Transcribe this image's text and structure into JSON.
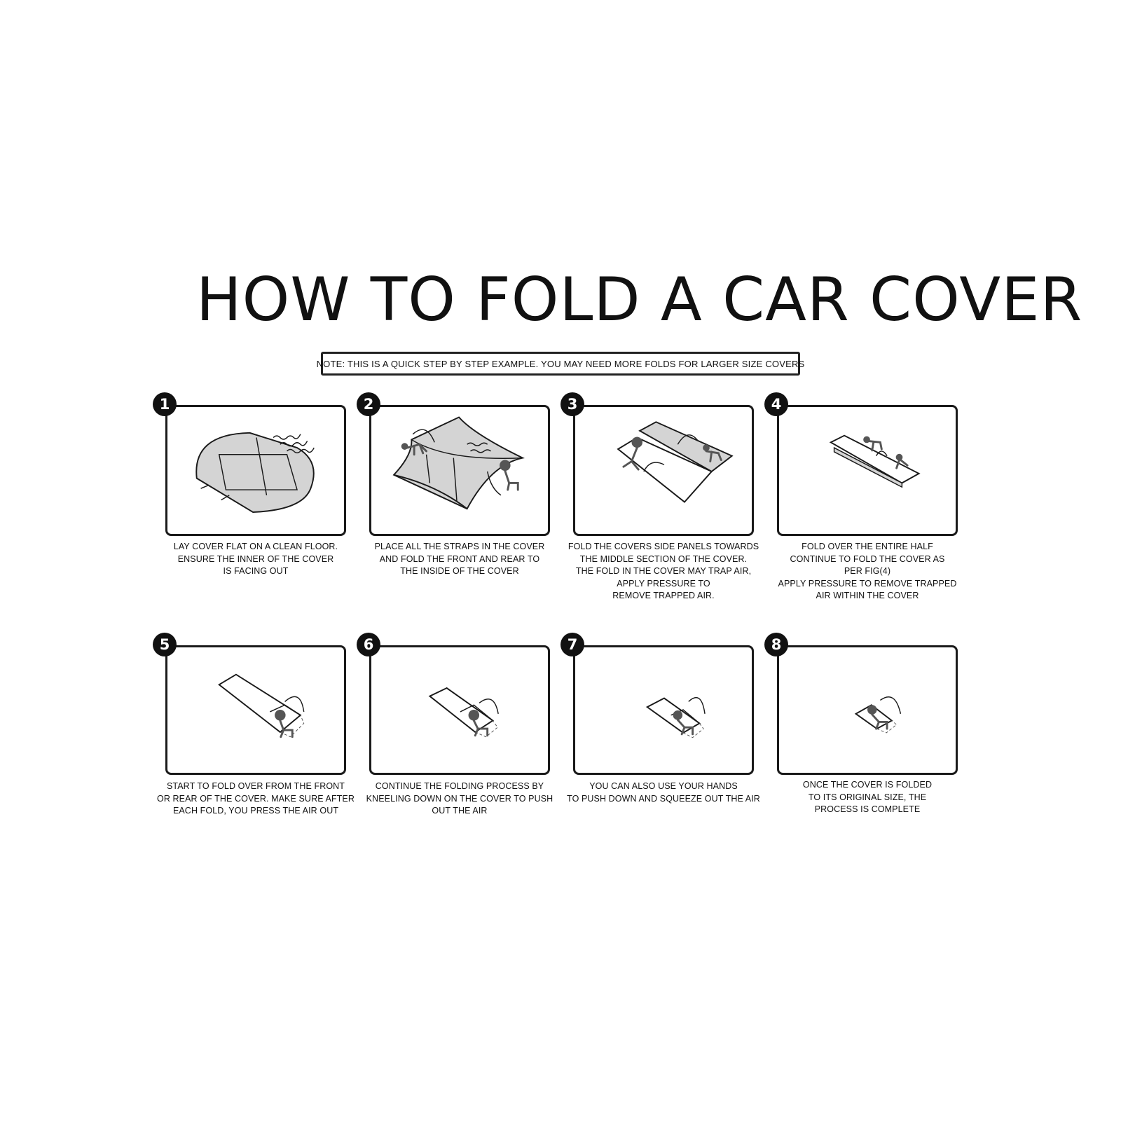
{
  "title": "HOW TO FOLD A CAR COVER",
  "note": "NOTE: THIS IS A QUICK STEP BY STEP EXAMPLE. YOU MAY NEED MORE FOLDS FOR LARGER SIZE COVERS",
  "steps": [
    {
      "number": "1",
      "lines": [
        "LAY COVER FLAT ON A CLEAN FLOOR.",
        "ENSURE THE INNER OF THE COVER",
        "IS FACING OUT"
      ]
    },
    {
      "number": "2",
      "lines": [
        "PLACE ALL THE STRAPS IN THE COVER",
        "AND FOLD THE FRONT AND REAR TO",
        "THE INSIDE OF THE COVER"
      ]
    },
    {
      "number": "3",
      "lines": [
        "FOLD THE COVERS SIDE PANELS TOWARDS",
        "THE MIDDLE SECTION OF THE COVER.",
        "THE FOLD IN THE COVER MAY TRAP AIR,",
        "APPLY PRESSURE TO",
        "REMOVE TRAPPED AIR."
      ]
    },
    {
      "number": "4",
      "lines": [
        "FOLD OVER THE ENTIRE HALF",
        "CONTINUE TO FOLD THE COVER AS",
        "PER FIG(4)",
        "APPLY PRESSURE TO REMOVE TRAPPED",
        "AIR WITHIN THE COVER"
      ]
    },
    {
      "number": "5",
      "lines": [
        "START TO FOLD OVER FROM THE FRONT",
        "OR REAR OF THE COVER. MAKE SURE AFTER",
        "EACH FOLD, YOU PRESS THE AIR OUT"
      ]
    },
    {
      "number": "6",
      "lines": [
        "CONTINUE THE FOLDING PROCESS BY",
        "KNEELING DOWN ON THE COVER TO PUSH",
        "OUT THE AIR"
      ]
    },
    {
      "number": "7",
      "lines": [
        "YOU CAN ALSO USE YOUR HANDS",
        "TO PUSH DOWN AND SQUEEZE OUT THE AIR"
      ]
    },
    {
      "number": "8",
      "lines": [
        "ONCE THE COVER IS FOLDED",
        "TO ITS ORIGINAL SIZE, THE",
        "PROCESS IS COMPLETE"
      ]
    }
  ],
  "colors": {
    "ink": "#1a1a1a",
    "fabric": "#d4d4d4",
    "figure": "#555555"
  }
}
